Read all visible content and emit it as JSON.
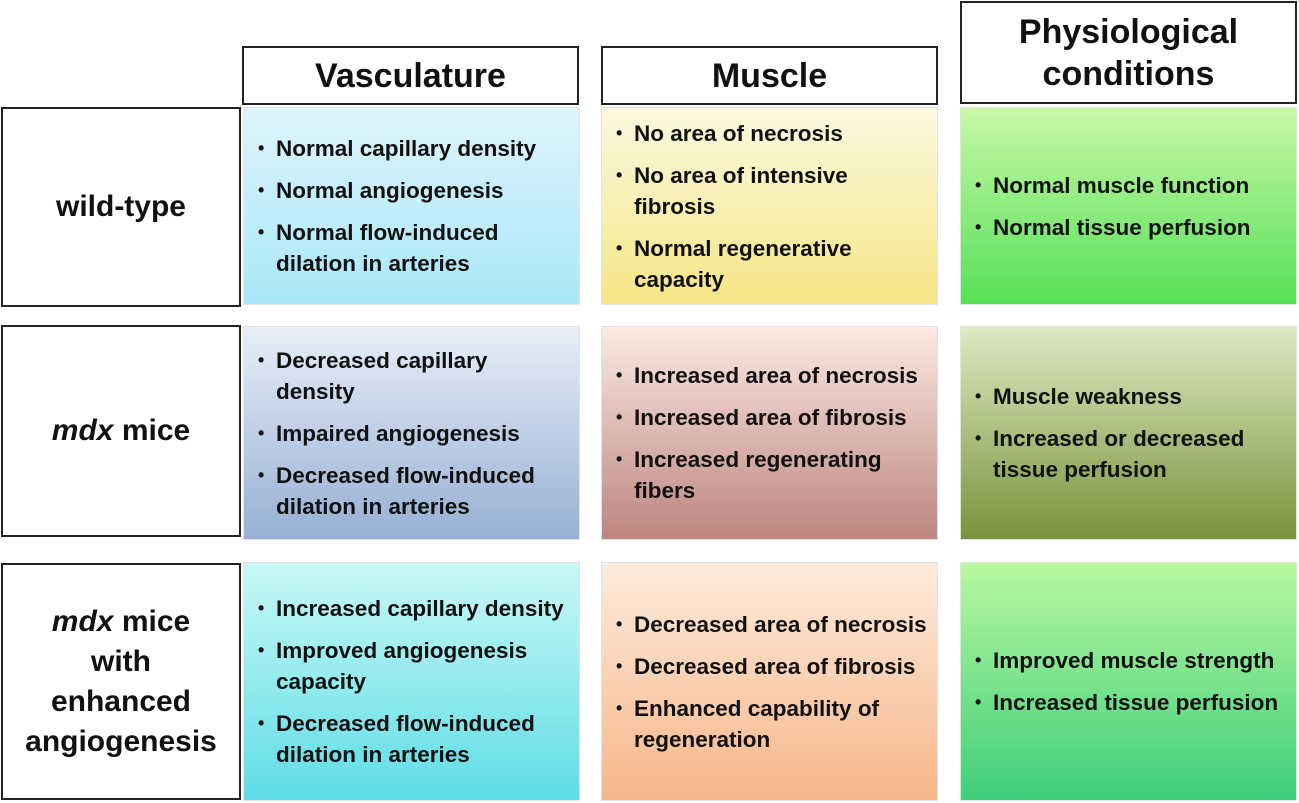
{
  "columns": {
    "vasculature": "Vasculature",
    "muscle": "Muscle",
    "physiological_line1": "Physiological",
    "physiological_line2": "conditions"
  },
  "rows": {
    "wildtype": {
      "label": "wild-type"
    },
    "mdx": {
      "label_italic": "mdx",
      "label_rest": " mice"
    },
    "enhanced": {
      "label_italic": "mdx",
      "label_rest": " mice",
      "line2": "with",
      "line3": "enhanced",
      "line4": "angiogenesis"
    }
  },
  "cells": {
    "wildtype_vasculature": [
      "Normal capillary density",
      "Normal angiogenesis",
      "Normal flow-induced dilation in arteries"
    ],
    "wildtype_muscle": [
      "No area of necrosis",
      "No area of intensive fibrosis",
      "Normal regenerative capacity"
    ],
    "wildtype_physiological": [
      "Normal muscle function",
      "Normal tissue perfusion"
    ],
    "mdx_vasculature": [
      "Decreased capillary density",
      "Impaired angiogenesis",
      "Decreased flow-induced dilation in arteries"
    ],
    "mdx_muscle": [
      "Increased area of necrosis",
      "Increased area of fibrosis",
      "Increased regenerating fibers"
    ],
    "mdx_physiological": [
      "Muscle weakness",
      "Increased or decreased tissue perfusion"
    ],
    "enhanced_vasculature": [
      "Increased capillary density",
      "Improved angiogenesis capacity",
      "Decreased flow-induced dilation in arteries"
    ],
    "enhanced_muscle": [
      "Decreased area of necrosis",
      "Decreased area of fibrosis",
      "Enhanced capability of regeneration"
    ],
    "enhanced_physiological": [
      "Improved muscle strength",
      "Increased tissue perfusion"
    ]
  },
  "bullet": "•"
}
